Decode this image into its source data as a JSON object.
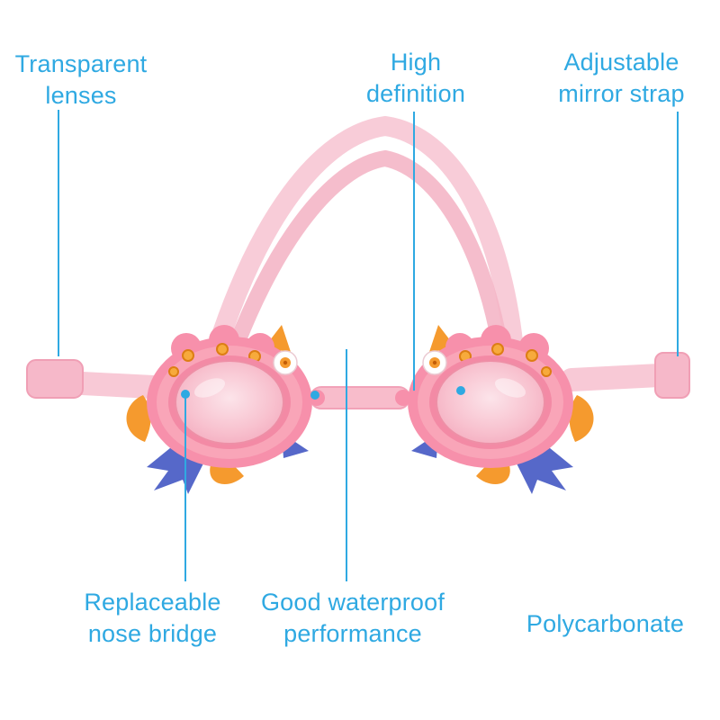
{
  "page": {
    "description": "Product feature callout image of children's cartoon fish swimming goggles"
  },
  "colors": {
    "accent": "#2FA9E2",
    "strap_pink": "#F8C9D6",
    "frame_pink": "#F790AB",
    "lens_pink": "#F9CFDA",
    "fin_orange": "#F59A2E",
    "fin_blue": "#5668C9"
  },
  "annotations": [
    {
      "id": "transparent-lenses",
      "label": "Transparent lenses"
    },
    {
      "id": "high-definition",
      "label": "High definition"
    },
    {
      "id": "adjustable-mirror-strap",
      "label": "Adjustable mirror strap"
    },
    {
      "id": "replaceable-nose-bridge",
      "label": "Replaceable nose bridge"
    },
    {
      "id": "good-waterproof-performance",
      "label": "Good waterproof performance"
    },
    {
      "id": "polycarbonate",
      "label": "Polycarbonate"
    }
  ]
}
